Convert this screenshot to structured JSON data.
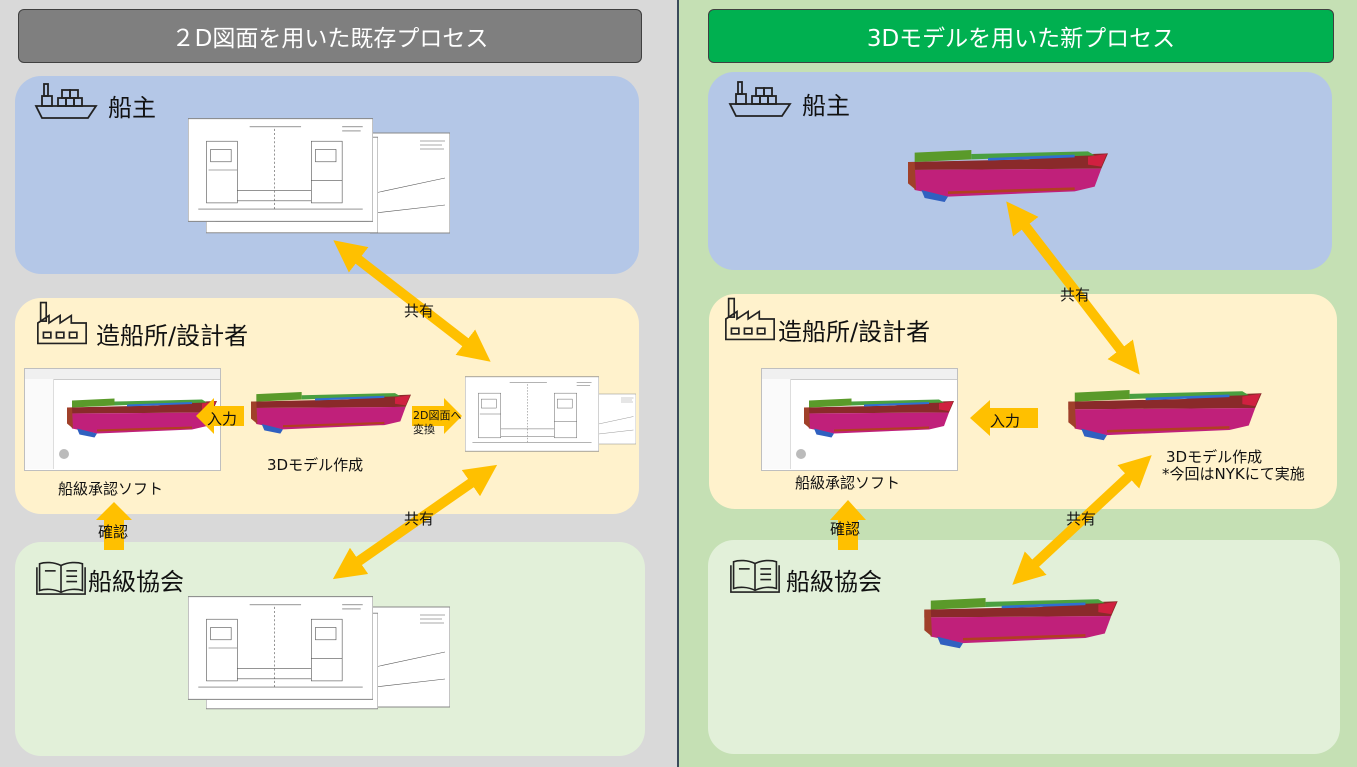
{
  "left": {
    "title": "２D図面を用いた既存プロセス",
    "owner_label": "船主",
    "yard_label": "造船所/設計者",
    "class_label": "船級協会",
    "software_label": "船級承認ソフト",
    "model_label": "3Dモデル作成",
    "input_label": "入力",
    "convert_label_line1": "2D図面へ",
    "convert_label_line2": "変換",
    "confirm_label": "確認",
    "share_label_top": "共有",
    "share_label_bottom": "共有"
  },
  "right": {
    "title": "3Dモデルを用いた新プロセス",
    "owner_label": "船主",
    "yard_label": "造船所/設計者",
    "class_label": "船級協会",
    "software_label": "船級承認ソフト",
    "model_label": "3Dモデル作成",
    "model_note": "*今回はNYKにて実施",
    "input_label": "入力",
    "confirm_label": "確認",
    "share_label_top": "共有",
    "share_label_bottom": "共有"
  },
  "colors": {
    "arrow": "#ffc000",
    "left_title_bg": "#7f7f7f",
    "right_title_bg": "#00b050",
    "owner_zone": "#b4c7e7",
    "yard_zone": "#fff2cc",
    "class_zone": "#e2f0d9"
  }
}
